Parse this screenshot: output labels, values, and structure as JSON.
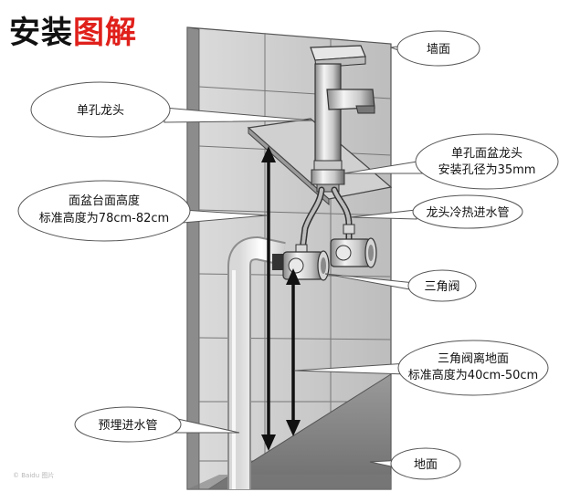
{
  "title": {
    "part1": "安装",
    "part2": "图解",
    "accent_color": "#e0201b"
  },
  "labels": {
    "wall": "墙面",
    "single_hole_faucet": "单孔龙头",
    "basin_hole_line1": "单孔面盆龙头",
    "basin_hole_line2": "安装孔径为35mm",
    "counter_height_line1": "面盆台面高度",
    "counter_height_line2": "标准高度为78cm-82cm",
    "hoses": "龙头冷热进水管",
    "angle_valve": "三角阀",
    "valve_height_line1": "三角阀离地面",
    "valve_height_line2": "标准高度为40cm-50cm",
    "pre_buried_pipe": "预埋进水管",
    "floor": "地面"
  },
  "watermark": "© Baidu 图片"
}
